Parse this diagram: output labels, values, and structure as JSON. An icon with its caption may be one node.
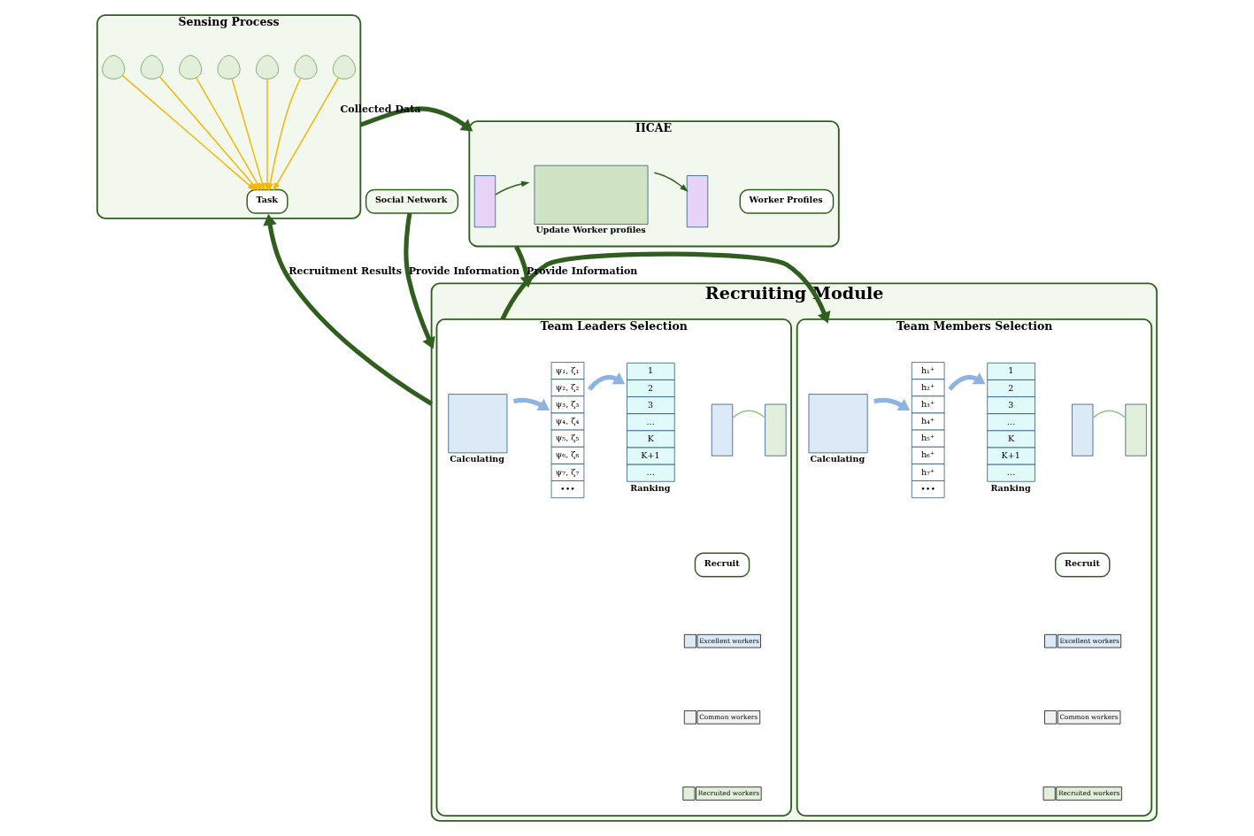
{
  "diagram": {
    "nodes": [
      {
        "text": [
          "Sensing Process"
        ]
      },
      {
        "text": [
          "Task"
        ],
        "in": 0
      },
      {
        "text": [],
        "shape": "person",
        "in": 0
      },
      {
        "text": [],
        "shape": "person",
        "in": 0
      },
      {
        "text": [],
        "shape": "person",
        "in": 0
      },
      {
        "text": [],
        "shape": "person",
        "in": 0
      },
      {
        "text": [],
        "shape": "person",
        "in": 0
      },
      {
        "text": [],
        "shape": "person",
        "in": 0
      },
      {
        "text": [],
        "shape": "person",
        "in": 0
      },
      {
        "text": [
          "IICAE"
        ]
      },
      {
        "text": [],
        "shape": "box",
        "in": 9
      },
      {
        "text": [],
        "shape": "box",
        "in": 9,
        "beside": [
          "Update Worker profiles"
        ]
      },
      {
        "text": [],
        "shape": "box",
        "in": 9
      },
      {
        "text": [
          "Worker Profiles"
        ],
        "in": 9
      },
      {
        "text": [
          "Social Network"
        ]
      },
      {
        "text": [
          "Recruiting Module"
        ]
      },
      {
        "text": [
          "Team Leaders Selection"
        ],
        "in": 15
      },
      {
        "text": [],
        "shape": "box",
        "in": 16,
        "beside": [
          "Calculating"
        ]
      },
      {
        "text": [
          "ψ₁, ζ₁",
          "ψ₂, ζ₂",
          "ψ₃, ζ₃",
          "ψ₄, ζ₄",
          "ψ₅, ζ₅",
          "ψ₆, ζ₆",
          "ψ₇, ζ₇",
          "•••"
        ],
        "in": 16
      },
      {
        "text": [
          "1",
          "2",
          "3",
          "…",
          "K",
          "K+1",
          "…"
        ],
        "in": 16,
        "beside": [
          "Ranking"
        ]
      },
      {
        "text": [],
        "shape": "box",
        "in": 16
      },
      {
        "text": [],
        "shape": "box",
        "in": 16
      },
      {
        "text": [
          "Recruit"
        ],
        "in": 16
      },
      {
        "text": [
          "Team Members Selection"
        ],
        "in": 15
      },
      {
        "text": [],
        "shape": "box",
        "in": 23,
        "beside": [
          "Calculating"
        ]
      },
      {
        "text": [
          "h₁⁺",
          "h₂⁺",
          "h₃⁺",
          "h₄⁺",
          "h₅⁺",
          "h₆⁺",
          "h₇⁺",
          "•••"
        ],
        "in": 23
      },
      {
        "text": [
          "1",
          "2",
          "3",
          "…",
          "K",
          "K+1",
          "…"
        ],
        "in": 23,
        "beside": [
          "Ranking"
        ]
      },
      {
        "text": [],
        "shape": "box",
        "in": 23
      },
      {
        "text": [],
        "shape": "box",
        "in": 23
      },
      {
        "text": [
          "Recruit"
        ],
        "in": 23
      }
    ],
    "edges": [
      {
        "from": 2,
        "to": 1,
        "arrow": "to",
        "color": "#f2b705"
      },
      {
        "from": 3,
        "to": 1,
        "arrow": "to",
        "color": "#f2b705"
      },
      {
        "from": 4,
        "to": 1,
        "arrow": "to",
        "color": "#f2b705"
      },
      {
        "from": 5,
        "to": 1,
        "arrow": "to",
        "color": "#f2b705"
      },
      {
        "from": 6,
        "to": 1,
        "arrow": "to",
        "color": "#f2b705"
      },
      {
        "from": 7,
        "to": 1,
        "arrow": "to",
        "color": "#f2b705"
      },
      {
        "from": 8,
        "to": 1,
        "arrow": "to",
        "color": "#f2b705"
      },
      {
        "from": 0,
        "to": 9,
        "arrow": "to",
        "label": "Collected Data",
        "style": "thick",
        "color": "#2f5e1e"
      },
      {
        "from": 10,
        "to": 11,
        "arrow": "to",
        "color": "#2f5e1e"
      },
      {
        "from": 11,
        "to": 12,
        "arrow": "to",
        "color": "#2f5e1e"
      },
      {
        "from": 9,
        "to": 15,
        "arrow": "to",
        "label": "Provide Information",
        "style": "thick",
        "color": "#2f5e1e"
      },
      {
        "from": 14,
        "to": 15,
        "arrow": "to",
        "label": "Provide Information",
        "style": "thick",
        "color": "#2f5e1e"
      },
      {
        "from": 15,
        "to": 0,
        "arrow": "to",
        "label": "Recruitment Results",
        "style": "thick",
        "color": "#2f5e1e"
      },
      {
        "from": 17,
        "to": 18,
        "arrow": "to",
        "style": "thick",
        "color": "#8db3e2"
      },
      {
        "from": 18,
        "to": 19,
        "arrow": "to",
        "style": "thick",
        "color": "#8db3e2"
      },
      {
        "from": 20,
        "to": 21,
        "arrow": "none",
        "color": "#93c47d"
      },
      {
        "from": 16,
        "to": 23,
        "arrow": "to",
        "style": "thick",
        "color": "#2f5e1e"
      },
      {
        "from": 24,
        "to": 25,
        "arrow": "to",
        "style": "thick",
        "color": "#8db3e2"
      },
      {
        "from": 25,
        "to": 26,
        "arrow": "to",
        "style": "thick",
        "color": "#8db3e2"
      },
      {
        "from": 27,
        "to": 28,
        "arrow": "none",
        "color": "#93c47d"
      }
    ],
    "legend": [
      {
        "text": "Excellent workers",
        "color": "#dce9f7"
      },
      {
        "text": "Common workers",
        "color": "#f2f2f2"
      },
      {
        "text": "Recruited workers",
        "color": "#e2efda"
      },
      {
        "text": "Excellent workers",
        "color": "#dce9f7"
      },
      {
        "text": "Common workers",
        "color": "#f2f2f2"
      },
      {
        "text": "Recruited workers",
        "color": "#e2efda"
      }
    ]
  }
}
